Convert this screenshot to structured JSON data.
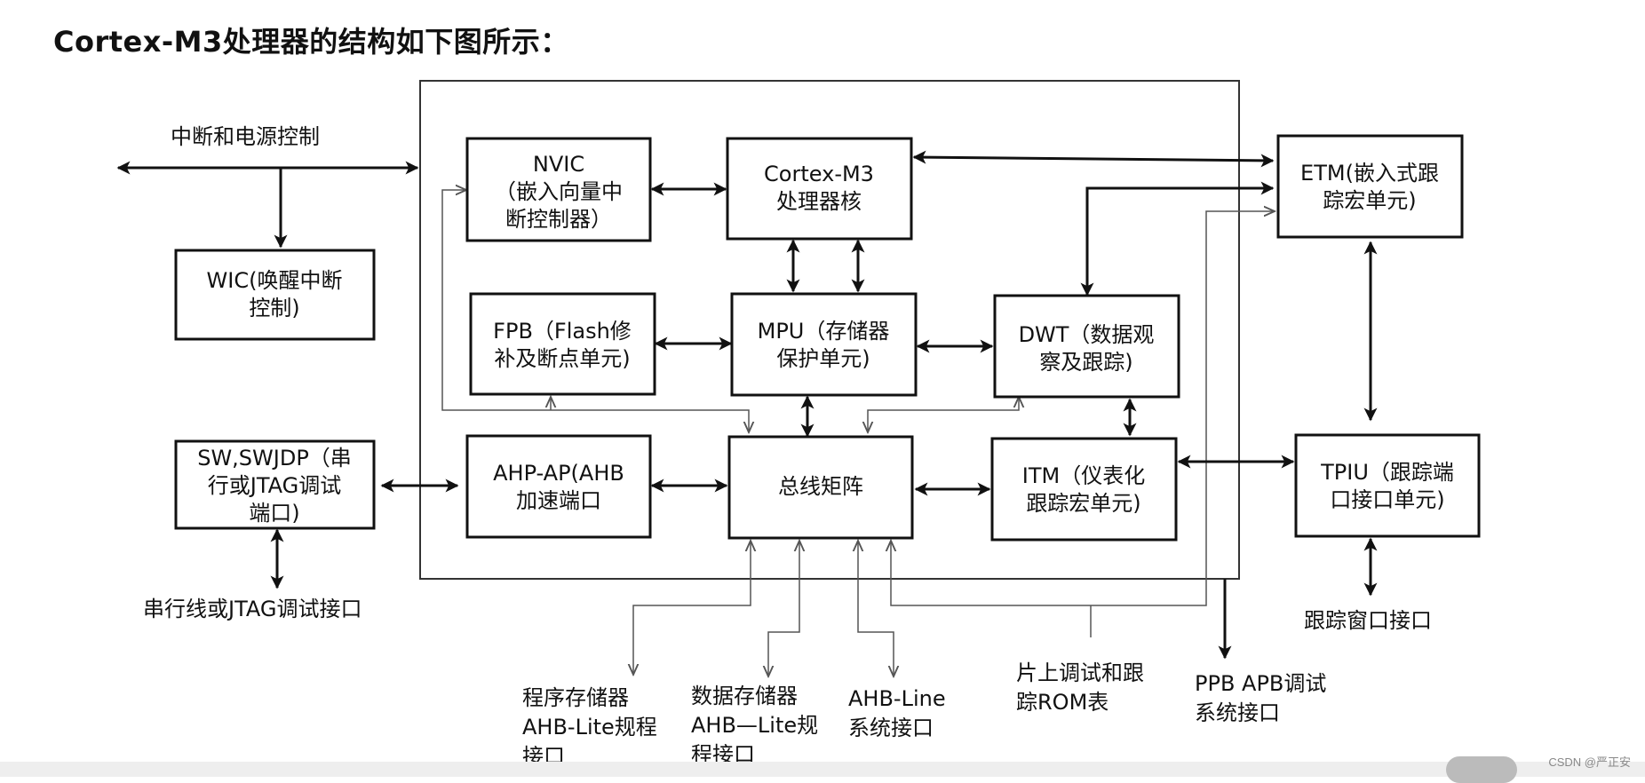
{
  "title": "Cortex-M3处理器的结构如下图所示：",
  "watermark": "CSDN @严正安",
  "boxes": {
    "nvic": [
      "NVIC",
      "（嵌入向量中",
      "断控制器）"
    ],
    "core": [
      "Cortex-M3",
      "处理器核"
    ],
    "etm": [
      "ETM(嵌入式跟",
      "踪宏单元)"
    ],
    "wic": [
      "WIC(唤醒中断",
      "控制)"
    ],
    "fpb": [
      "FPB（Flash修",
      "补及断点单元)"
    ],
    "mpu": [
      "MPU（存储器",
      "保护单元)"
    ],
    "dwt": [
      "DWT（数据观",
      "察及跟踪)"
    ],
    "sw": [
      "SW,SWJDP（串",
      "行或JTAG调试",
      "端口)"
    ],
    "ahpap": [
      "AHP-AP(AHB",
      "加速端口"
    ],
    "bus": [
      "总线矩阵"
    ],
    "itm": [
      "ITM（仪表化",
      "跟踪宏单元)"
    ],
    "tpiu": [
      "TPIU（跟踪端",
      "口接口单元)"
    ]
  },
  "labels": {
    "irq": [
      "中断和电源控制"
    ],
    "serial": [
      "串行线或JTAG调试接口"
    ],
    "trace": [
      "跟踪窗口接口"
    ],
    "prog": [
      "程序存储器",
      "AHB-Lite规程",
      "接口"
    ],
    "data": [
      "数据存储器",
      "AHB—Lite规",
      "程接口"
    ],
    "ahbline": [
      "AHB-Line",
      "系统接口"
    ],
    "rom": [
      "片上调试和跟",
      "踪ROM表"
    ],
    "ppb": [
      "PPB APB调试",
      "系统接口"
    ]
  }
}
